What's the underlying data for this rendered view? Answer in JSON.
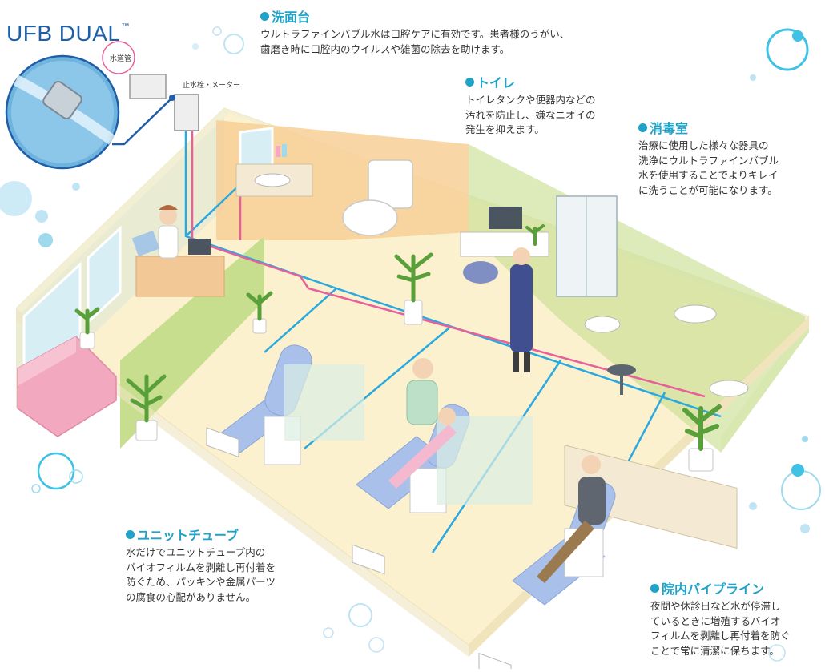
{
  "logo": {
    "text": "UFB DUAL",
    "mark": "™"
  },
  "device_labels": {
    "water_pipe": "水道管",
    "stop_valve": "止水栓・メーター"
  },
  "callouts": {
    "sink": {
      "title": "洗面台",
      "lines": [
        "ウルトラファインバブル水は口腔ケアに有効です。患者様のうがい、",
        "歯磨き時に口腔内のウイルスや雑菌の除去を助けます。"
      ]
    },
    "toilet": {
      "title": "トイレ",
      "lines": [
        "トイレタンクや便器内などの",
        "汚れを防止し、嫌なニオイの",
        "発生を抑えます。"
      ]
    },
    "sterilization": {
      "title": "消毒室",
      "lines": [
        "治療に使用した様々な器具の",
        "洗浄にウルトラファインバブル",
        "水を使用することでよりキレイ",
        "に洗うことが可能になります。"
      ]
    },
    "unit_tube": {
      "title": "ユニットチューブ",
      "lines": [
        "水だけでユニットチューブ内の",
        "バイオフィルムを剥離し再付着を",
        "防ぐため、パッキンや金属パーツ",
        "の腐食の心配がありません。"
      ]
    },
    "pipeline": {
      "title": "院内パイプライン",
      "lines": [
        "夜間や休診日など水が停滞し",
        "ているときに増殖するバイオ",
        "フィルムを剥離し再付着を防ぐ",
        "ことで常に清潔に保ちます。"
      ]
    }
  },
  "colors": {
    "accent": "#1fa3c9",
    "logo": "#1f5fa8",
    "pipe_blue": "#29a9e0",
    "pipe_pink": "#e7609a",
    "floor": "#fbf1cf",
    "wall_green": "#c6de8e",
    "wall_orange": "#f7cf96",
    "chair": "#a9c1ea",
    "sofa": "#f2a9c0"
  }
}
